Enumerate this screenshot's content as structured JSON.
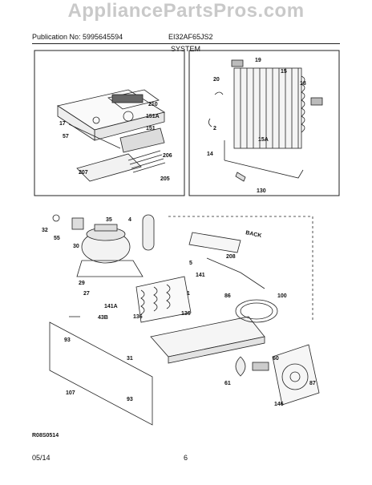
{
  "watermark": "AppliancePartsPros.com",
  "header": {
    "publication_label": "Publication No: 5995645594",
    "model": "EI32AF65JS2",
    "section_title": "SYSTEM"
  },
  "top_left_callouts": [
    "210",
    "151A",
    "17",
    "151",
    "57",
    "206",
    "207",
    "205"
  ],
  "top_right_callouts": [
    "19",
    "15",
    "20",
    "18",
    "2",
    "15A",
    "14",
    "130"
  ],
  "bottom_callouts": [
    "35",
    "4",
    "32",
    "55",
    "30",
    "208",
    "5",
    "141",
    "29",
    "86",
    "100",
    "27",
    "1",
    "141A",
    "43B",
    "136",
    "136",
    "93",
    "31",
    "60",
    "61",
    "87",
    "107",
    "93",
    "146"
  ],
  "back_label": "BACK",
  "drawing_code": "R08S0514",
  "footer": {
    "date": "05/14",
    "page_number": "6"
  }
}
